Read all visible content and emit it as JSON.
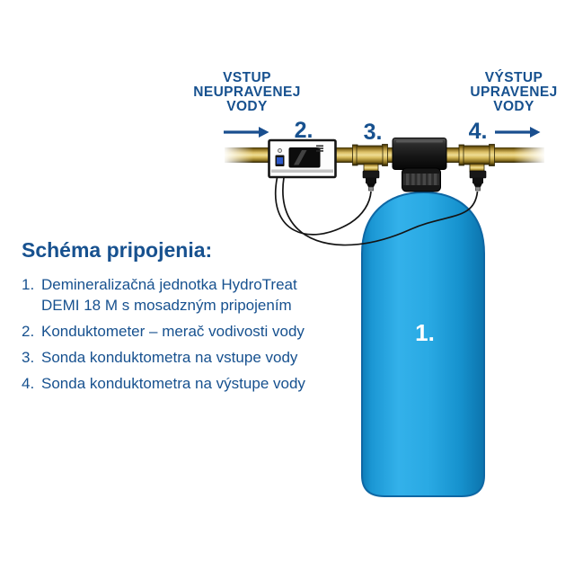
{
  "diagram": {
    "inlet": {
      "line1": "VSTUP",
      "line2": "NEUPRAVENEJ",
      "line3": "VODY"
    },
    "outlet": {
      "line1": "VÝSTUP",
      "line2": "UPRAVENEJ",
      "line3": "VODY"
    },
    "callout_tank": "1.",
    "callout_conductometer": "2.",
    "callout_inlet_probe": "3.",
    "callout_outlet_probe": "4."
  },
  "legend": {
    "heading": "Schéma pripojenia:",
    "items": [
      {
        "num": "1.",
        "text": "Demineralizačná jednotka HydroTreat DEMI 18 M s mosadzným pripojením"
      },
      {
        "num": "2.",
        "text": "Konduktometer – merač vodivosti vody"
      },
      {
        "num": "3.",
        "text": "Sonda konduktometra na vstupe vody"
      },
      {
        "num": "4.",
        "text": "Sonda konduktometra na výstupe vody"
      }
    ]
  },
  "colors": {
    "text_navy": "#17518f",
    "tank_blue": "#29a8e0",
    "tank_border": "#0e67a4",
    "brass": "#d9bd5e",
    "device_button_blue": "#2b57c8",
    "background": "#ffffff"
  }
}
